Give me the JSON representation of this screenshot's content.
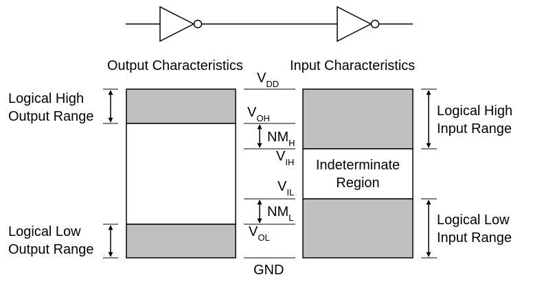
{
  "titles": {
    "output": "Output Characteristics",
    "input": "Input Characteristics"
  },
  "levels": {
    "vdd": {
      "main": "V",
      "sub": "DD"
    },
    "voh": {
      "main": "V",
      "sub": "OH"
    },
    "vih": {
      "main": "V",
      "sub": "IH"
    },
    "vil": {
      "main": "V",
      "sub": "IL"
    },
    "vol": {
      "main": "V",
      "sub": "OL"
    },
    "gnd": "GND"
  },
  "margins": {
    "nmh": {
      "main": "NM",
      "sub": "H"
    },
    "nml": {
      "main": "NM",
      "sub": "L"
    }
  },
  "ranges": {
    "out_high": [
      "Logical High",
      "Output Range"
    ],
    "out_low": [
      "Logical Low",
      "Output Range"
    ],
    "in_high": [
      "Logical High",
      "Input Range"
    ],
    "in_low": [
      "Logical Low",
      "Input Range"
    ],
    "indeterminate": [
      "Indeterminate",
      "Region"
    ]
  },
  "colors": {
    "band_fill": "#c0c0c0",
    "line": "#000000"
  }
}
